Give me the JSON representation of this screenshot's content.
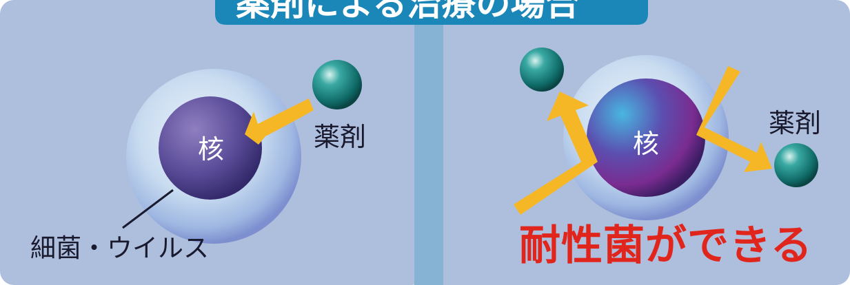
{
  "banner": {
    "title": "薬剤による治療の場合"
  },
  "left_panel": {
    "nucleus_label": "核",
    "drug_label": "薬剤",
    "cell_label": "細菌・ウイルス"
  },
  "right_panel": {
    "nucleus_label": "核",
    "drug_label": "薬剤",
    "result_label": "耐性菌ができる"
  },
  "colors": {
    "panel_bg": "#aebedd",
    "divider": "#86b2d4",
    "banner_bg": "#1a87b8",
    "arrow": "#f6b727",
    "result_text": "#e0261c",
    "drug_ball": "#14807c"
  }
}
